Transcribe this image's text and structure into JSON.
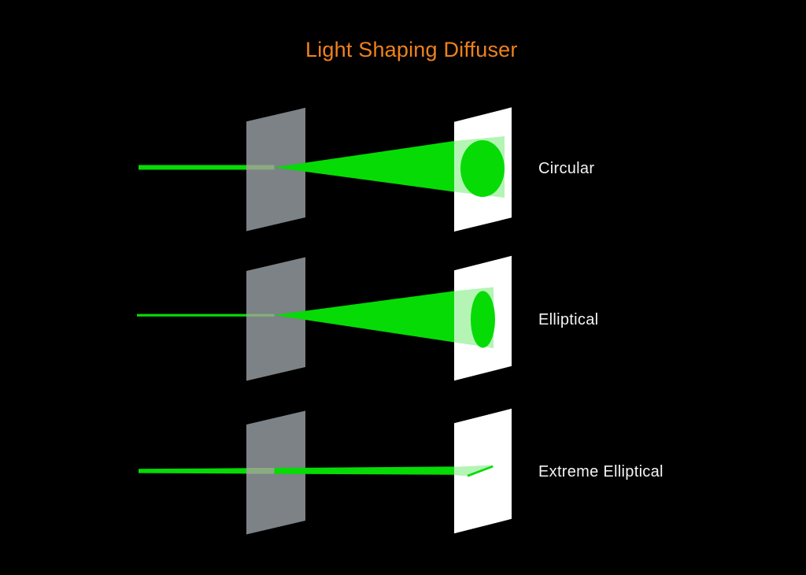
{
  "title": {
    "text": "Light Shaping Diffuser"
  },
  "colors": {
    "background": "#000000",
    "laser_green": "#06DB06",
    "diffuser_gray": "#7C8286",
    "beam_in_diffuser_green": "#8BAB81",
    "screen_white": "#FFFFFF",
    "title_orange": "#EF821C",
    "label_white": "#F4F4F4"
  },
  "rows": [
    {
      "label": "Circular",
      "spot_shape": "circle"
    },
    {
      "label": "Elliptical",
      "spot_shape": "ellipse"
    },
    {
      "label": "Extreme Elliptical",
      "spot_shape": "thin-line"
    }
  ]
}
